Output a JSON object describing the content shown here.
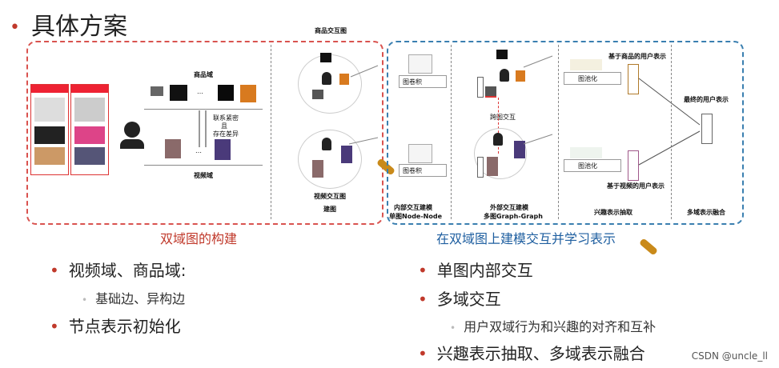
{
  "slide": {
    "title": "具体方案",
    "left_panel": {
      "caption": "双域图的构建",
      "labels": {
        "goods_domain": "商品域",
        "video_domain": "视频域",
        "link_note_1": "联系紧密",
        "link_note_2": "且",
        "link_note_3": "存在差异",
        "ellipsis": "…",
        "goods_graph": "商品交互图",
        "video_graph": "视频交互图",
        "build_graph": "建图"
      }
    },
    "right_panel": {
      "caption": "在双域图上建模交互并学习表示",
      "labels": {
        "graph_conv_1": "图卷积",
        "graph_conv_2": "图卷积",
        "cross_interaction": "跨图交互",
        "pool_1": "图池化",
        "pool_2": "图池化",
        "goods_user_rep": "基于商品的用户表示",
        "video_user_rep": "基于视频的用户表示",
        "final_user_rep": "最终的用户表示",
        "internal_1": "内部交互建模",
        "internal_2": "单图Node-Node",
        "external_1": "外部交互建模",
        "external_2": "多图Graph-Graph",
        "interest_extract": "兴趣表示抽取",
        "multi_fusion": "多域表示融合"
      }
    },
    "bullets_left": [
      {
        "text": "视频域、商品域:",
        "level": 1
      },
      {
        "text": "基础边、异构边",
        "level": 2
      },
      {
        "text": "节点表示初始化",
        "level": 1
      }
    ],
    "bullets_right": [
      {
        "text": "单图内部交互",
        "level": 1
      },
      {
        "text": "多域交互",
        "level": 1
      },
      {
        "text": "用户双域行为和兴趣的对齐和互补",
        "level": 2
      },
      {
        "text": "兴趣表示抽取、多域表示融合",
        "level": 1
      }
    ],
    "watermark": "CSDN @uncle_ll",
    "colors": {
      "accent_red": "#c0392b",
      "accent_blue": "#1f5fa0"
    }
  }
}
